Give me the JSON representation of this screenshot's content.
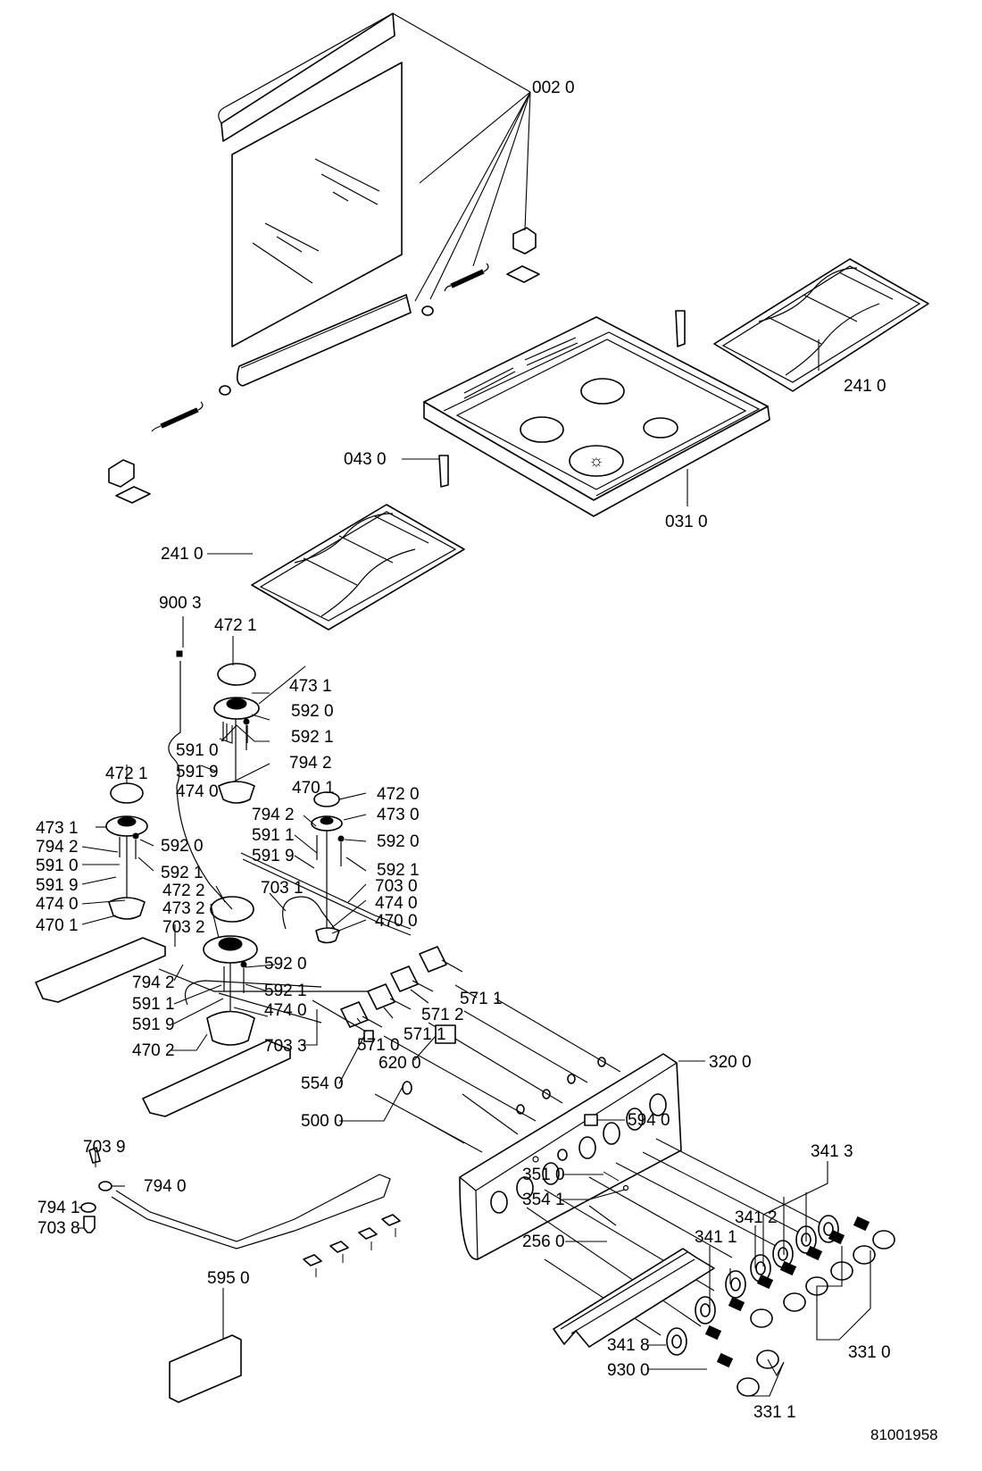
{
  "diagram": {
    "type": "exploded-parts-diagram",
    "subject": "gas cooker: oven door, hob top, burners, gas valves, control panel and knobs",
    "document_number": "81001958",
    "callouts": [
      {
        "id": "door_assembly",
        "text": "002 0"
      },
      {
        "id": "pan_support_right",
        "text": "241 0"
      },
      {
        "id": "bracket",
        "text": "043 0"
      },
      {
        "id": "hob_top",
        "text": "031 0"
      },
      {
        "id": "pan_support_left",
        "text": "241 0"
      },
      {
        "id": "thermocouple_clip",
        "text": "900 3"
      },
      {
        "id": "cap_rear_left",
        "text": "472 1"
      },
      {
        "id": "crown_rear_left",
        "text": "473 1"
      },
      {
        "id": "electrode_nut_rl",
        "text": "592 0"
      },
      {
        "id": "electrode_rl",
        "text": "592 1"
      },
      {
        "id": "thermocouple_rl",
        "text": "591 0"
      },
      {
        "id": "tc_nut_rl",
        "text": "591 9"
      },
      {
        "id": "screw_rl",
        "text": "794 2"
      },
      {
        "id": "injector_rl",
        "text": "474 0"
      },
      {
        "id": "burner_body_rl",
        "text": "470 1"
      },
      {
        "id": "cap_front_left",
        "text": "472 1"
      },
      {
        "id": "crown_front_left",
        "text": "473 1"
      },
      {
        "id": "screw_fl",
        "text": "794 2"
      },
      {
        "id": "thermocouple_fl",
        "text": "591 0"
      },
      {
        "id": "tc_nut_fl",
        "text": "591 9"
      },
      {
        "id": "injector_fl",
        "text": "474 0"
      },
      {
        "id": "burner_body_fl",
        "text": "470 1"
      },
      {
        "id": "electrode_nut_fl",
        "text": "592 0"
      },
      {
        "id": "electrode_fl",
        "text": "592 1"
      },
      {
        "id": "cap_aux",
        "text": "472 0"
      },
      {
        "id": "crown_aux",
        "text": "473 0"
      },
      {
        "id": "screw_aux",
        "text": "794 2"
      },
      {
        "id": "thermocouple_aux",
        "text": "591 1"
      },
      {
        "id": "tc_nut_aux",
        "text": "591 9"
      },
      {
        "id": "electrode_nut_aux",
        "text": "592 0"
      },
      {
        "id": "electrode_aux",
        "text": "592 1"
      },
      {
        "id": "pipe_aux",
        "text": "703 0"
      },
      {
        "id": "injector_aux",
        "text": "474 0"
      },
      {
        "id": "burner_body_aux",
        "text": "470 0"
      },
      {
        "id": "pipe_1",
        "text": "703 1"
      },
      {
        "id": "cap_large",
        "text": "472 2"
      },
      {
        "id": "crown_large",
        "text": "473 2"
      },
      {
        "id": "pipe_2",
        "text": "703 2"
      },
      {
        "id": "electrode_nut_large",
        "text": "592 0"
      },
      {
        "id": "screw_large",
        "text": "794 2"
      },
      {
        "id": "thermocouple_large",
        "text": "591 1"
      },
      {
        "id": "electrode_large",
        "text": "592 1"
      },
      {
        "id": "tc_nut_large",
        "text": "591 9"
      },
      {
        "id": "injector_large",
        "text": "474 0"
      },
      {
        "id": "burner_body_large",
        "text": "470 2"
      },
      {
        "id": "pipe_3",
        "text": "703 3"
      },
      {
        "id": "valve_1",
        "text": "571 1"
      },
      {
        "id": "valve_2",
        "text": "571 2"
      },
      {
        "id": "valve_3",
        "text": "571 1"
      },
      {
        "id": "valve_0",
        "text": "571 0"
      },
      {
        "id": "control_panel",
        "text": "320 0"
      },
      {
        "id": "spark_generator_terminal",
        "text": "620 0"
      },
      {
        "id": "ignition_switch",
        "text": "554 0"
      },
      {
        "id": "grommet",
        "text": "500 0"
      },
      {
        "id": "elbow",
        "text": "703 9"
      },
      {
        "id": "seal_elbow",
        "text": "794 0"
      },
      {
        "id": "seal_inlet",
        "text": "794 1"
      },
      {
        "id": "inlet_connector",
        "text": "703 8"
      },
      {
        "id": "lamp_switch",
        "text": "594 0"
      },
      {
        "id": "screw_panel",
        "text": "351 0"
      },
      {
        "id": "washer_panel",
        "text": "354 1"
      },
      {
        "id": "handle",
        "text": "256 0"
      },
      {
        "id": "bezel_3",
        "text": "341 3"
      },
      {
        "id": "bezel_2",
        "text": "341 2"
      },
      {
        "id": "bezel_1",
        "text": "341 1"
      },
      {
        "id": "bezel_8",
        "text": "341 8"
      },
      {
        "id": "spring",
        "text": "930 0"
      },
      {
        "id": "knob_0",
        "text": "331 0"
      },
      {
        "id": "knob_1",
        "text": "331 1"
      },
      {
        "id": "ignition_module",
        "text": "595 0"
      }
    ]
  }
}
